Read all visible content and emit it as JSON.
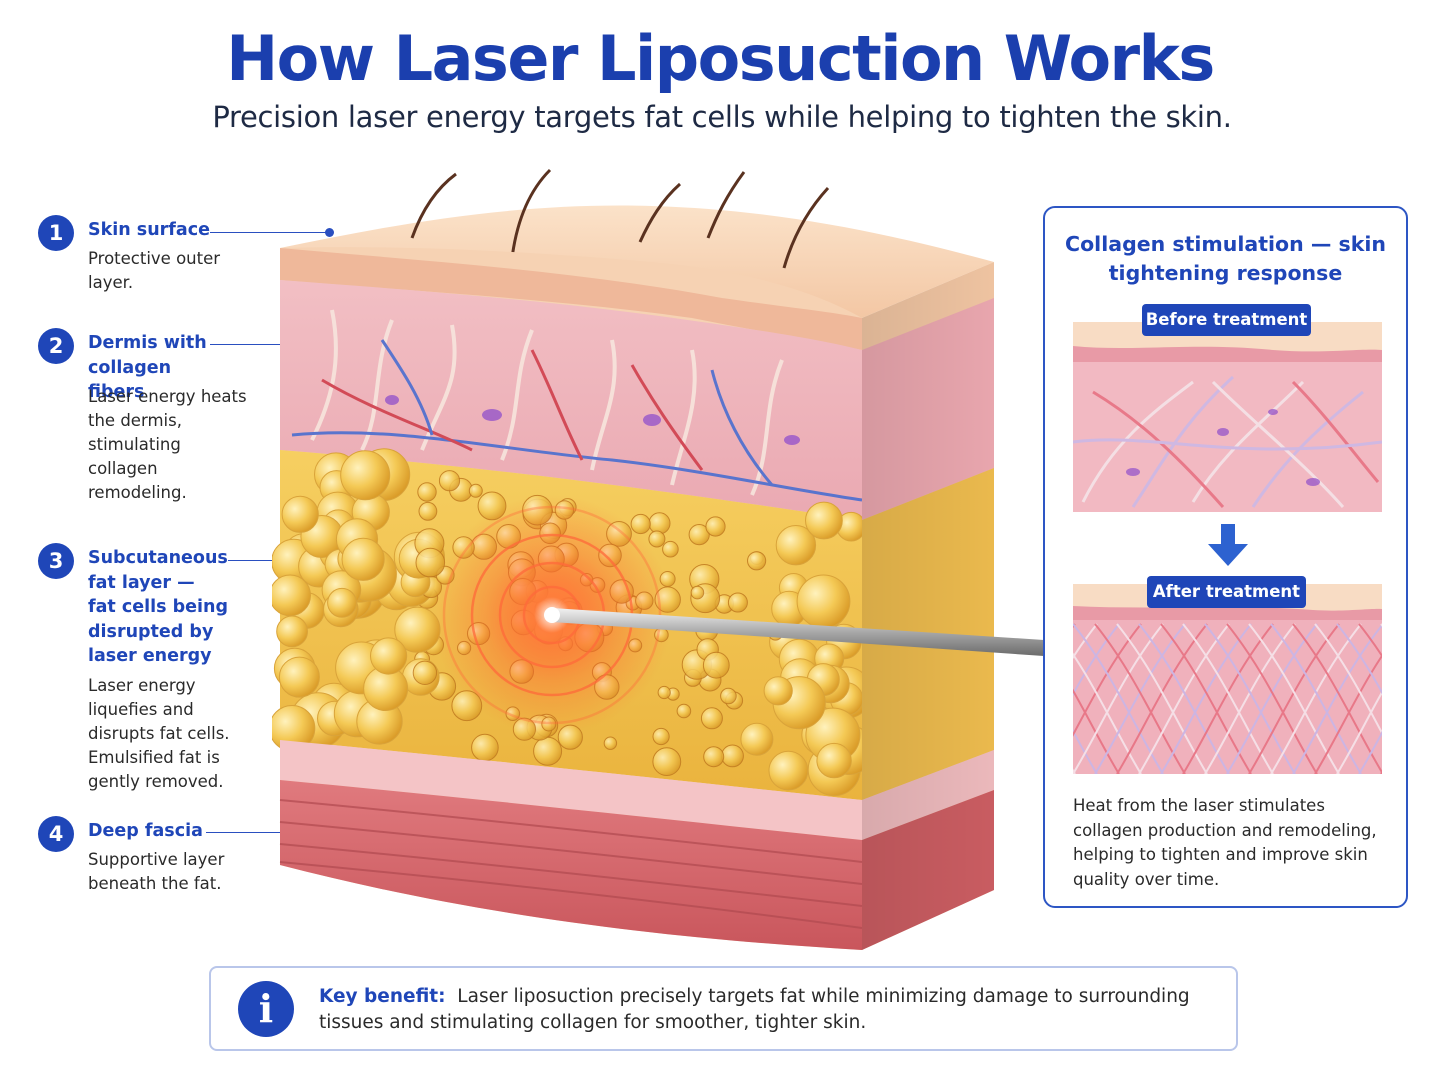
{
  "header": {
    "title": "How Laser Liposuction Works",
    "subtitle": "Precision laser energy targets fat cells while helping to tighten the skin."
  },
  "callouts": [
    {
      "number": "1",
      "title": "Skin surface",
      "description": "Protective outer layer."
    },
    {
      "number": "2",
      "title": "Dermis with collagen fibers",
      "description": "Laser energy heats the dermis, stimulating collagen remodeling."
    },
    {
      "number": "3",
      "title": "Subcutaneous fat layer — fat cells being disrupted by laser energy",
      "description": "Laser energy liquefies and disrupts fat cells. Emulsified fat is gently removed."
    },
    {
      "number": "4",
      "title": "Deep fascia",
      "description": "Supportive layer beneath the fat."
    }
  ],
  "collagen_panel": {
    "title": "Collagen stimulation — skin tightening response",
    "before_label": "Before treatment",
    "after_label": "After treatment",
    "description": "Heat from the laser stimulates collagen production and remodeling, helping to tighten and improve skin quality over time."
  },
  "key_benefit": {
    "label": "Key benefit:",
    "text": "Laser liposuction precisely targets fat while minimizing damage to surrounding tissues and stimulating collagen for smoother, tighter skin."
  },
  "colors": {
    "accent": "#1f46b8",
    "skin": "#f6d2b3",
    "dermis": "#f0b6bd",
    "fat": "#f3c44f",
    "muscle": "#d9646a",
    "laser": "#ff5a2a"
  }
}
